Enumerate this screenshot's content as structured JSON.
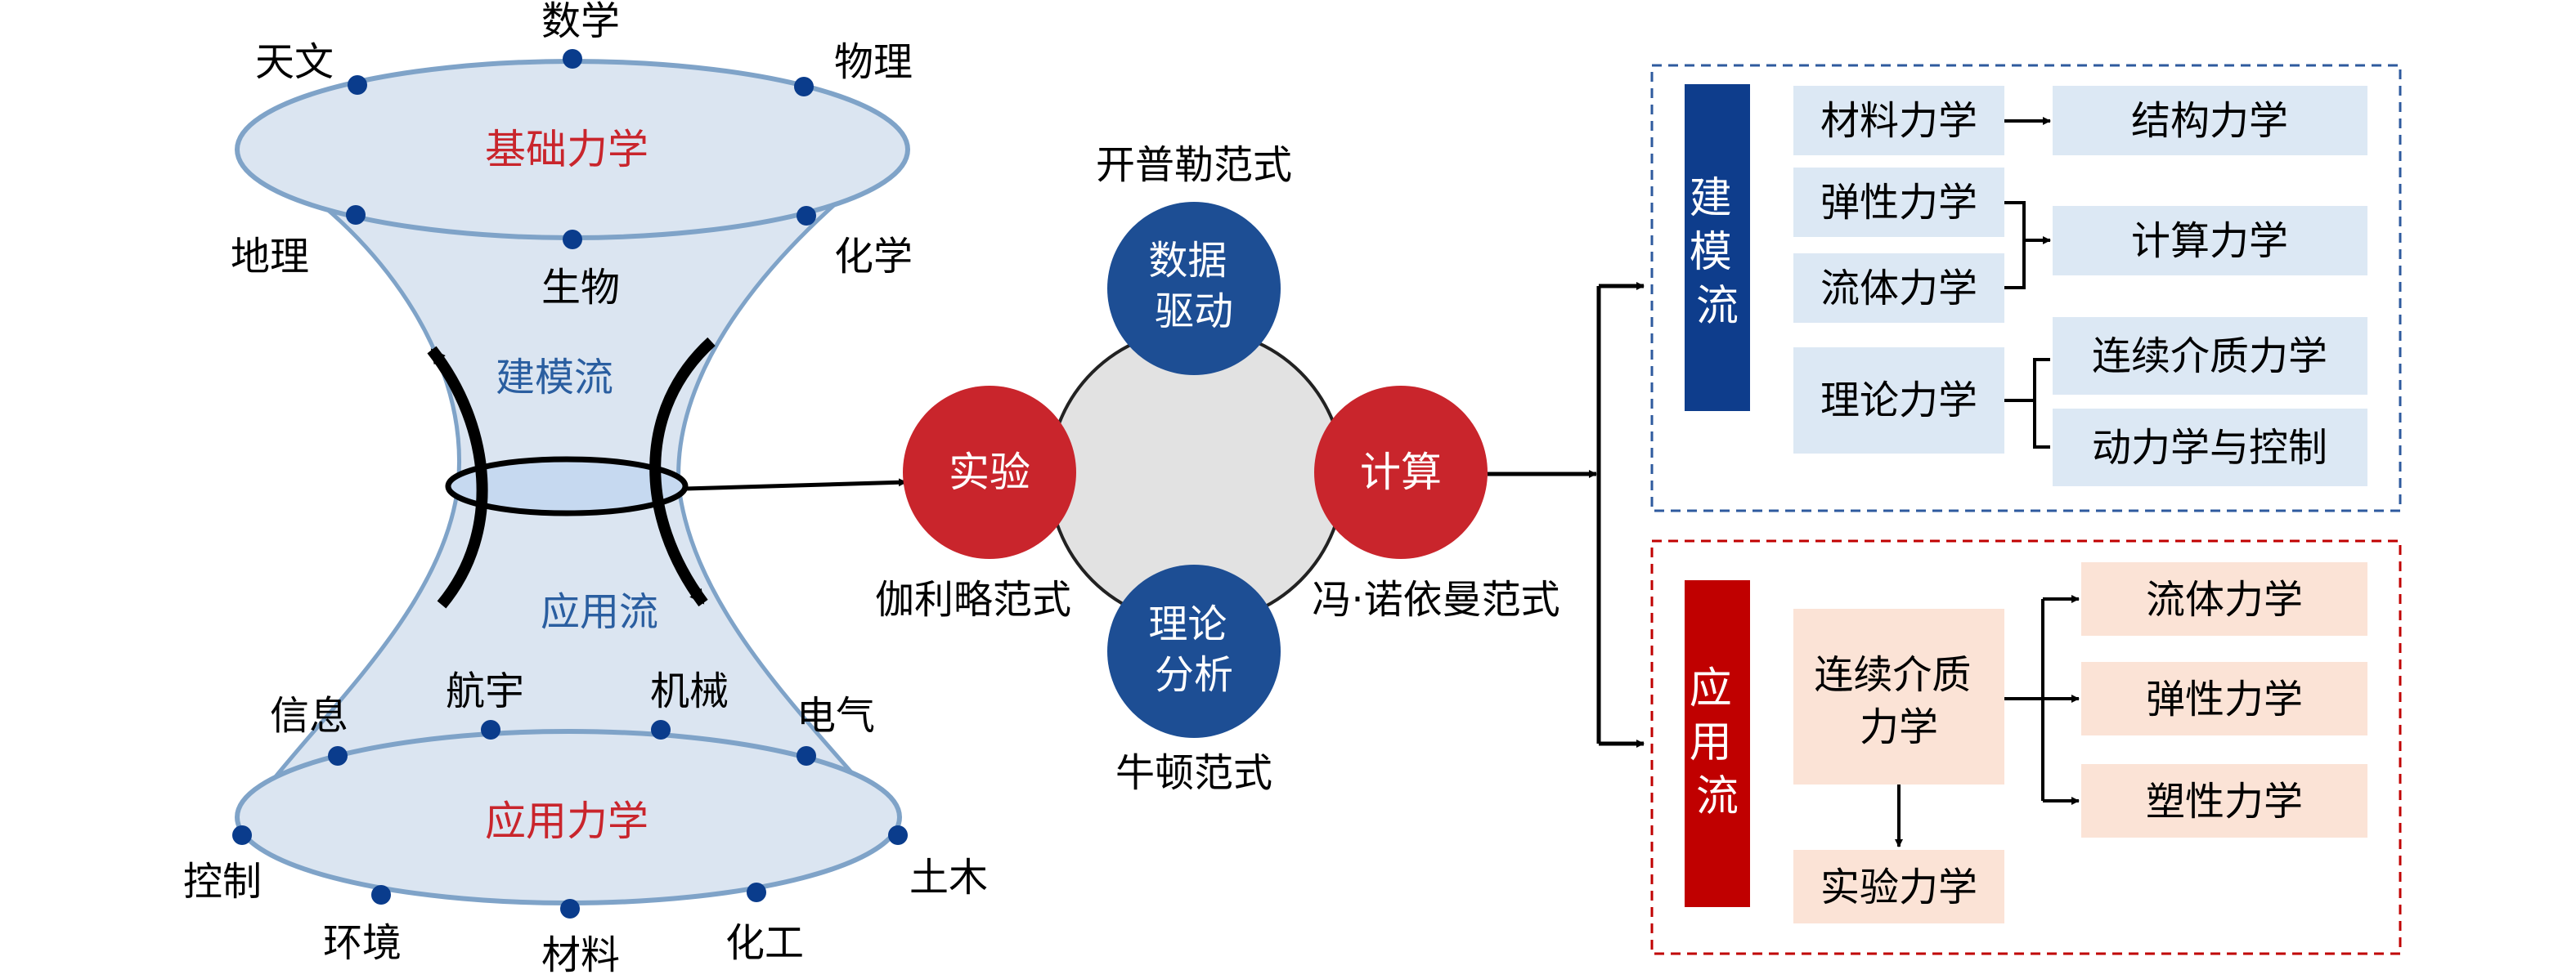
{
  "colors": {
    "red": "#c9252c",
    "blue": "#0e3d8c",
    "dot": "#0a3c8c",
    "outline": "#7fa3c8",
    "fill": "#dbe5f1",
    "box_blue": "#dce8f4",
    "box_peach": "#fbe3d6",
    "dark_red": "#c00000"
  },
  "hyperboloid": {
    "top_title": "基础力学",
    "bottom_title": "应用力学",
    "flow_modeling": "建模流",
    "flow_application": "应用流",
    "top_disciplines": [
      "天文",
      "数学",
      "物理",
      "地理",
      "生物",
      "化学"
    ],
    "bottom_disciplines": [
      "信息",
      "航宇",
      "机械",
      "电气",
      "控制",
      "环境",
      "材料",
      "化工",
      "土木"
    ]
  },
  "paradigms": {
    "top": {
      "label": "数据\n驱动",
      "caption": "开普勒范式"
    },
    "left": {
      "label": "实验",
      "caption": "伽利略范式"
    },
    "right": {
      "label": "计算",
      "caption": "冯·诺依曼范式"
    },
    "bottom": {
      "label": "理论\n分析",
      "caption": "牛顿范式"
    }
  },
  "modeling_panel": {
    "title": "建\n模\n流",
    "items": {
      "materials": "材料力学",
      "structures": "结构力学",
      "elasticity": "弹性力学",
      "fluid": "流体力学",
      "computational": "计算力学",
      "theoretical": "理论力学",
      "continuum": "连续介质力学",
      "dynamics": "动力学与控制"
    }
  },
  "application_panel": {
    "title": "应\n用\n流",
    "items": {
      "continuum": "连续介质\n力学",
      "experimental": "实验力学",
      "fluid": "流体力学",
      "elasticity": "弹性力学",
      "plasticity": "塑性力学"
    }
  }
}
